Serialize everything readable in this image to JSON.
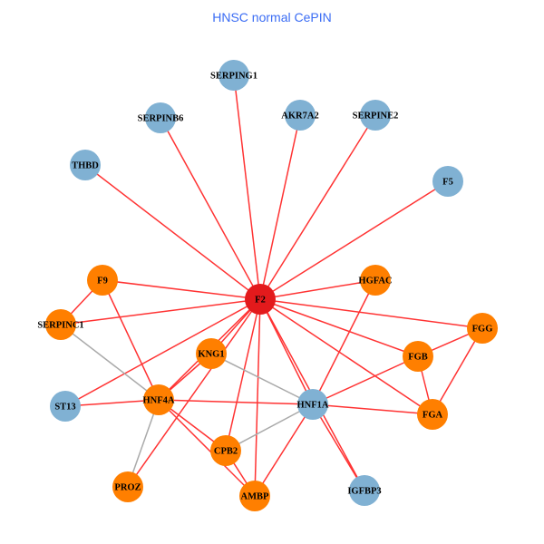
{
  "title": "HNSC normal CePIN",
  "colors": {
    "hub": "#e31a1c",
    "orange": "#ff7f00",
    "blue": "#80b1d3",
    "edge_red": "#ff3333",
    "edge_gray": "#aaaaaa",
    "title": "#3a6cf4"
  },
  "nodes": [
    {
      "id": "F2",
      "label": "F2",
      "group": "hub"
    },
    {
      "id": "SERPING1",
      "label": "SERPING1",
      "group": "blue"
    },
    {
      "id": "SERPINB6",
      "label": "SERPINB6",
      "group": "blue"
    },
    {
      "id": "AKR7A2",
      "label": "AKR7A2",
      "group": "blue"
    },
    {
      "id": "SERPINE2",
      "label": "SERPINE2",
      "group": "blue"
    },
    {
      "id": "THBD",
      "label": "THBD",
      "group": "blue"
    },
    {
      "id": "F5",
      "label": "F5",
      "group": "blue"
    },
    {
      "id": "F9",
      "label": "F9",
      "group": "orange"
    },
    {
      "id": "HGFAC",
      "label": "HGFAC",
      "group": "orange"
    },
    {
      "id": "SERPINC1",
      "label": "SERPINC1",
      "group": "orange"
    },
    {
      "id": "FGG",
      "label": "FGG",
      "group": "orange"
    },
    {
      "id": "KNG1",
      "label": "KNG1",
      "group": "orange"
    },
    {
      "id": "FGB",
      "label": "FGB",
      "group": "orange"
    },
    {
      "id": "ST13",
      "label": "ST13",
      "group": "blue"
    },
    {
      "id": "HNF4A",
      "label": "HNF4A",
      "group": "orange"
    },
    {
      "id": "HNF1A",
      "label": "HNF1A",
      "group": "blue"
    },
    {
      "id": "FGA",
      "label": "FGA",
      "group": "orange"
    },
    {
      "id": "CPB2",
      "label": "CPB2",
      "group": "orange"
    },
    {
      "id": "PROZ",
      "label": "PROZ",
      "group": "orange"
    },
    {
      "id": "AMBP",
      "label": "AMBP",
      "group": "orange"
    },
    {
      "id": "IGFBP3",
      "label": "IGFBP3",
      "group": "blue"
    }
  ],
  "edges": [
    [
      "F2",
      "SERPING1",
      "red"
    ],
    [
      "F2",
      "SERPINB6",
      "red"
    ],
    [
      "F2",
      "AKR7A2",
      "red"
    ],
    [
      "F2",
      "SERPINE2",
      "red"
    ],
    [
      "F2",
      "THBD",
      "red"
    ],
    [
      "F2",
      "F5",
      "red"
    ],
    [
      "F2",
      "F9",
      "red"
    ],
    [
      "F2",
      "HGFAC",
      "red"
    ],
    [
      "F2",
      "SERPINC1",
      "red"
    ],
    [
      "F2",
      "FGG",
      "red"
    ],
    [
      "F2",
      "FGB",
      "red"
    ],
    [
      "F2",
      "FGA",
      "red"
    ],
    [
      "F2",
      "KNG1",
      "red"
    ],
    [
      "F2",
      "HNF4A",
      "red"
    ],
    [
      "F2",
      "ST13",
      "red"
    ],
    [
      "F2",
      "CPB2",
      "red"
    ],
    [
      "F2",
      "AMBP",
      "red"
    ],
    [
      "F2",
      "HNF1A",
      "red"
    ],
    [
      "F2",
      "IGFBP3",
      "red"
    ],
    [
      "F2",
      "PROZ",
      "red"
    ],
    [
      "F9",
      "SERPINC1",
      "red"
    ],
    [
      "F9",
      "HNF4A",
      "red"
    ],
    [
      "SERPINC1",
      "HNF4A",
      "gray"
    ],
    [
      "ST13",
      "HNF4A",
      "red"
    ],
    [
      "HNF4A",
      "HNF1A",
      "red"
    ],
    [
      "HNF4A",
      "PROZ",
      "gray"
    ],
    [
      "HNF4A",
      "CPB2",
      "red"
    ],
    [
      "HNF4A",
      "AMBP",
      "red"
    ],
    [
      "HNF4A",
      "KNG1",
      "red"
    ],
    [
      "KNG1",
      "HNF1A",
      "gray"
    ],
    [
      "CPB2",
      "HNF1A",
      "gray"
    ],
    [
      "CPB2",
      "AMBP",
      "red"
    ],
    [
      "HNF1A",
      "HGFAC",
      "red"
    ],
    [
      "HNF1A",
      "FGB",
      "red"
    ],
    [
      "HNF1A",
      "FGA",
      "red"
    ],
    [
      "HNF1A",
      "AMBP",
      "red"
    ],
    [
      "HNF1A",
      "IGFBP3",
      "red"
    ],
    [
      "FGG",
      "FGB",
      "red"
    ],
    [
      "FGG",
      "FGA",
      "red"
    ],
    [
      "FGB",
      "FGA",
      "red"
    ]
  ]
}
